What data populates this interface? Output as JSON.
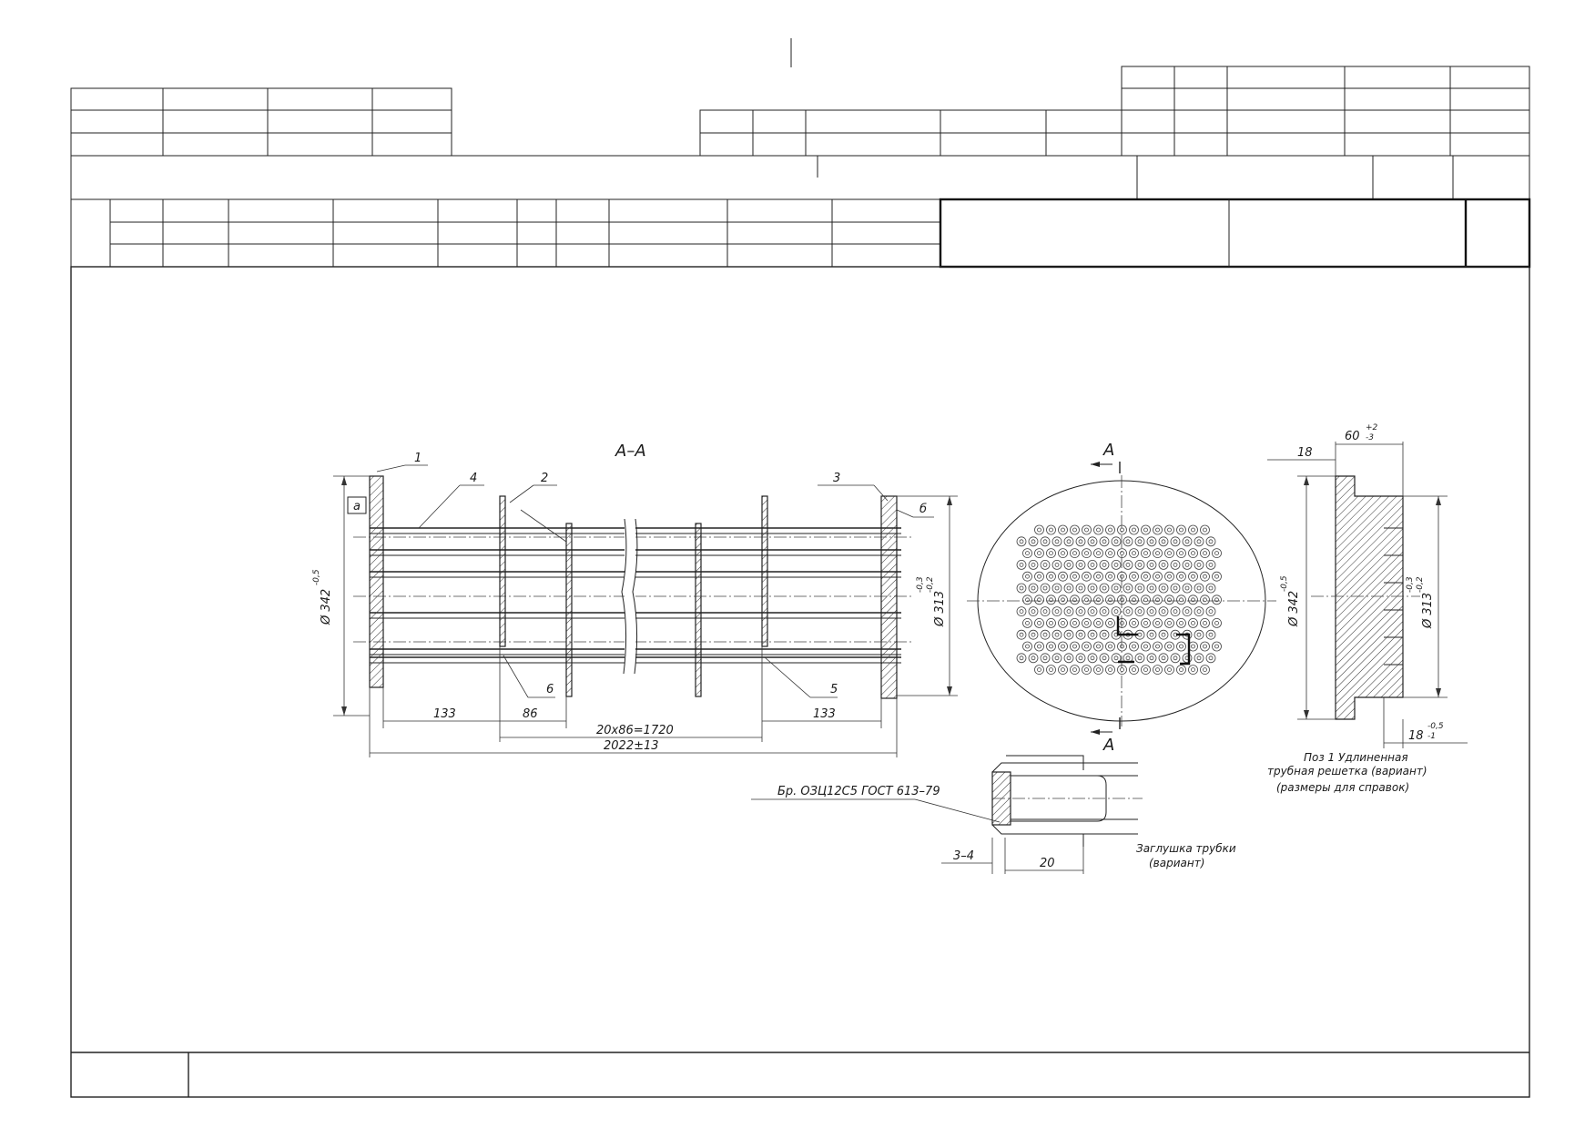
{
  "drawing": {
    "section_label": "А–А",
    "view_arrow_label_top": "А",
    "view_arrow_label_bottom": "А",
    "callouts": [
      "1",
      "4",
      "2",
      "3",
      "6",
      "5"
    ],
    "letter_a": "а",
    "letter_b": "б",
    "diameter_left": "Ø 342",
    "diameter_left_tol": "-0,5",
    "diameter_mid": "Ø 313",
    "diameter_mid_tol_upper": "-0,3",
    "diameter_mid_tol_lower": "-0,2",
    "dim_133_left": "133",
    "dim_86": "86",
    "dim_pitch": "20х86=1720",
    "dim_133_right": "133",
    "dim_overall": "2022±13",
    "material_note": "Бр. ОЗЦ12С5 ГОСТ 613–79",
    "dim_3_4": "3–4",
    "dim_20": "20",
    "plug_caption_1": "Заглушка трубки",
    "plug_caption_2": "(вариант)",
    "right_dim_18_top": "18",
    "right_dim_60": "60",
    "right_dim_60_tol_upper": "+2",
    "right_dim_60_tol_lower": "-3",
    "right_diameter_left": "Ø 342",
    "right_diameter_left_tol": "-0,5",
    "right_diameter_mid": "Ø 313",
    "right_diameter_mid_tol_upper": "-0,3",
    "right_diameter_mid_tol_lower": "-0,2",
    "right_dim_18_bottom": "18",
    "right_dim_18_bottom_tol_upper": "-0,5",
    "right_dim_18_bottom_tol_lower": "-1",
    "pos_caption_1": "Поз 1 Удлиненная",
    "pos_caption_2": "трубная решетка (вариант)",
    "pos_caption_3": "(размеры для справок)"
  },
  "colors": {
    "line": "#222222",
    "paper": "#ffffff"
  }
}
